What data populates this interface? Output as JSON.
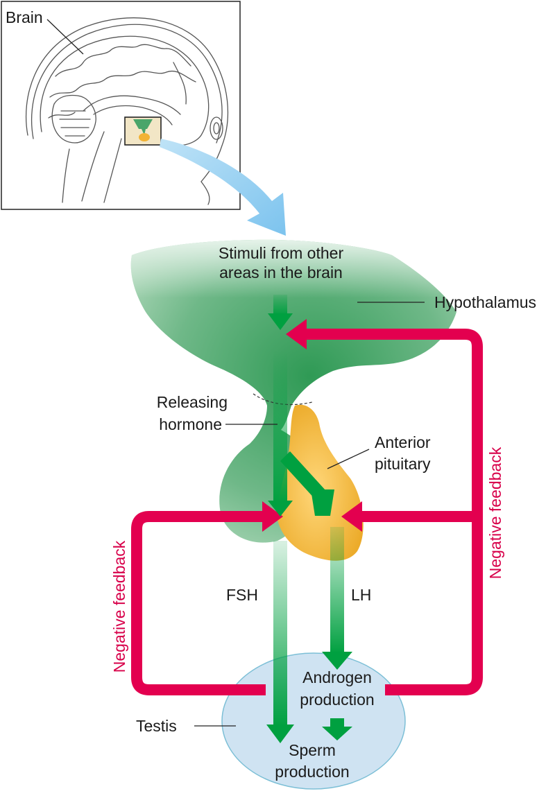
{
  "labels": {
    "brain": "Brain",
    "stimuli_line1": "Stimuli from other",
    "stimuli_line2": "areas in the brain",
    "hypothalamus": "Hypothalamus",
    "releasing_line1": "Releasing",
    "releasing_line2": "hormone",
    "anterior_line1": "Anterior",
    "anterior_line2": "pituitary",
    "fsh": "FSH",
    "lh": "LH",
    "androgen_line1": "Androgen",
    "androgen_line2": "production",
    "testis": "Testis",
    "sperm_line1": "Sperm",
    "sperm_line2": "production",
    "negative_feedback_left": "Negative feedback",
    "negative_feedback_right": "Negative feedback"
  },
  "colors": {
    "hormone_arrow": "#00a040",
    "feedback_arrow": "#e3004f",
    "hypothalamus": "#5fae7a",
    "pituitary": "#f2b234",
    "testis": "#cfe3f2",
    "pointer_arrow": "#8ecdf2"
  }
}
